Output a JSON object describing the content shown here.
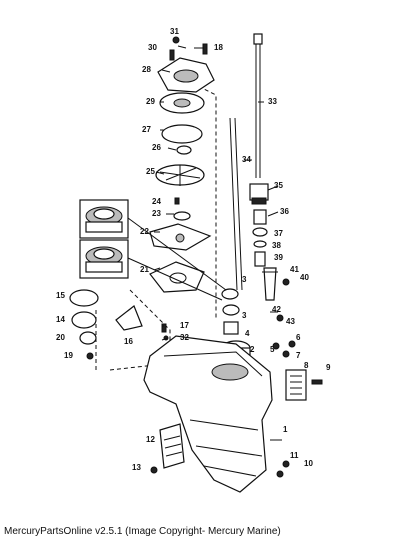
{
  "callouts": [
    "1",
    "2",
    "3",
    "3",
    "4",
    "5",
    "6",
    "7",
    "8",
    "9",
    "10",
    "11",
    "12",
    "13",
    "14",
    "15",
    "16",
    "17",
    "18",
    "19",
    "20",
    "21",
    "22",
    "23",
    "24",
    "25",
    "26",
    "27",
    "28",
    "29",
    "30",
    "31",
    "32",
    "33",
    "34",
    "35",
    "36",
    "37",
    "38",
    "39",
    "40",
    "41",
    "42",
    "43"
  ],
  "caption": "MercuryPartsOnline v2.5.1 (Image Copyright- Mercury Marine)"
}
